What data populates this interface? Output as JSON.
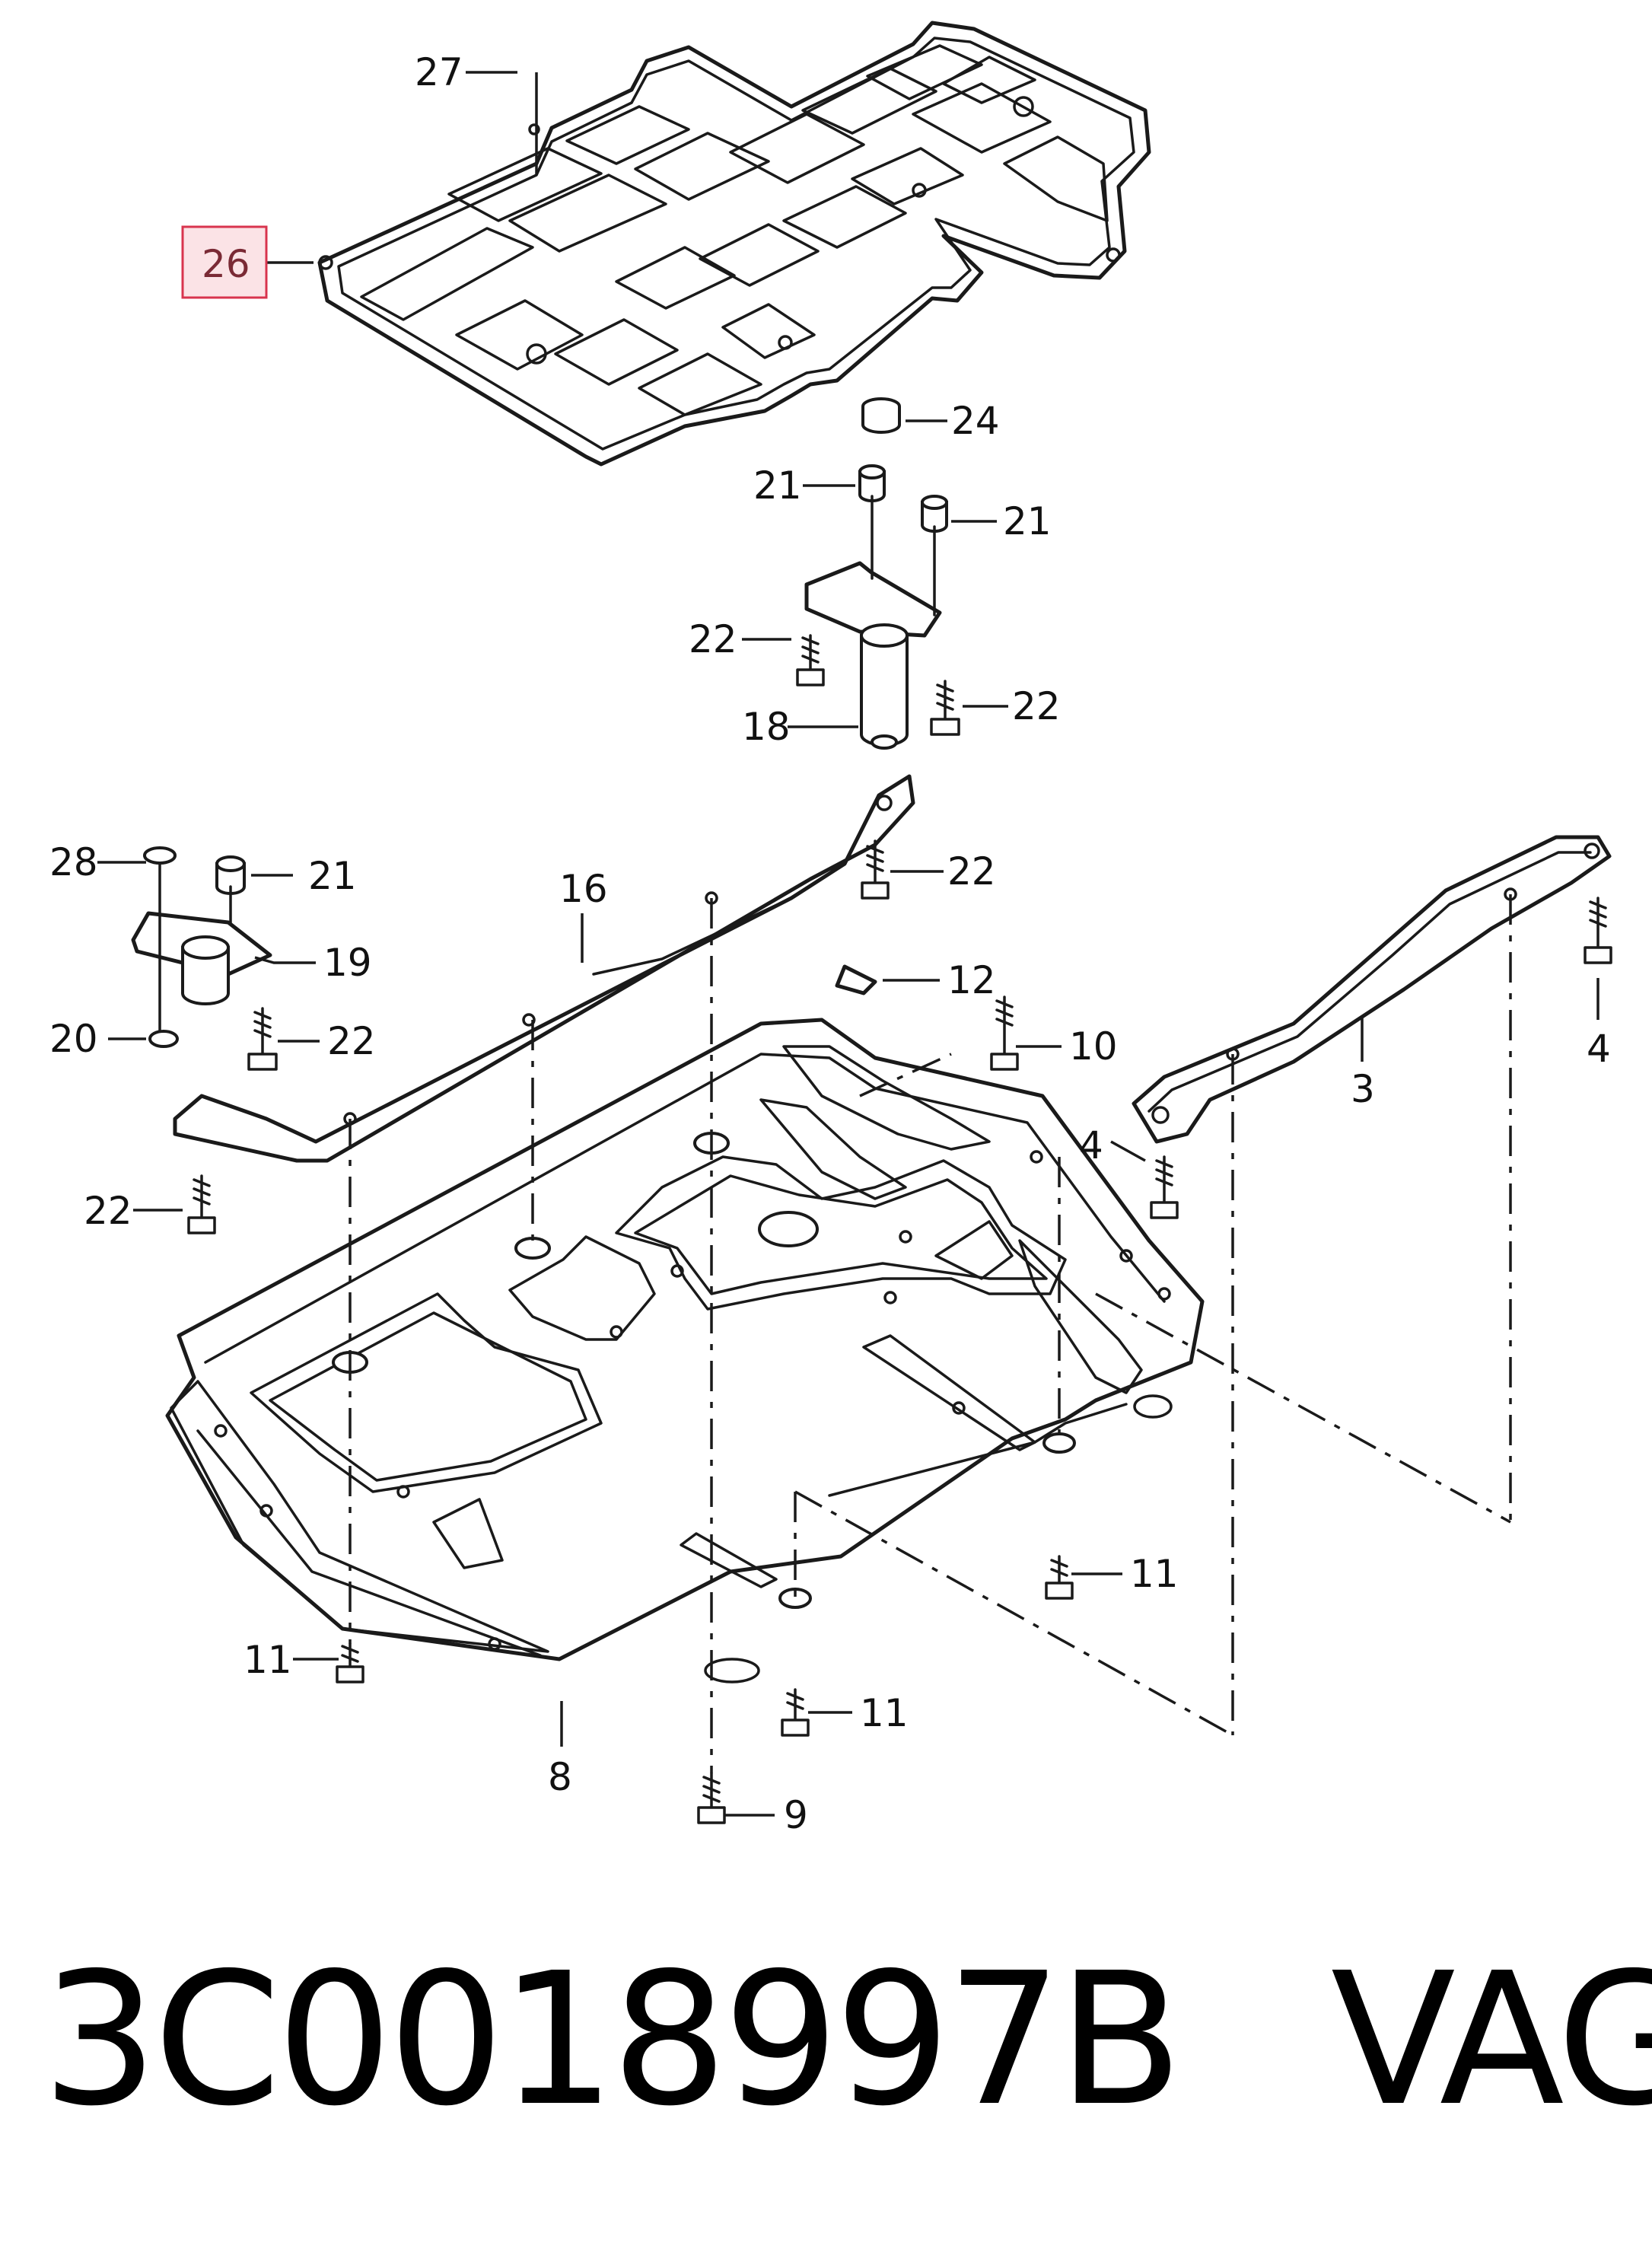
{
  "diagram": {
    "callouts": {
      "c27": "27",
      "c26": "26",
      "c24": "24",
      "c21a": "21",
      "c21b": "21",
      "c22a": "22",
      "c22b": "22",
      "c18": "18",
      "c22c": "22",
      "c28": "28",
      "c21c": "21",
      "c16": "16",
      "c19": "19",
      "c20": "20",
      "c22d": "22",
      "c12": "12",
      "c10": "10",
      "c3": "3",
      "c4a": "4",
      "c4b": "4",
      "c22e": "22",
      "c11a": "11",
      "c11b": "11",
      "c11c": "11",
      "c8": "8",
      "c9": "9"
    },
    "highlighted_callout": "26",
    "highlight_color": "#d8344e"
  },
  "caption": {
    "part_number": "3C0018997B",
    "brand": "VAG"
  }
}
